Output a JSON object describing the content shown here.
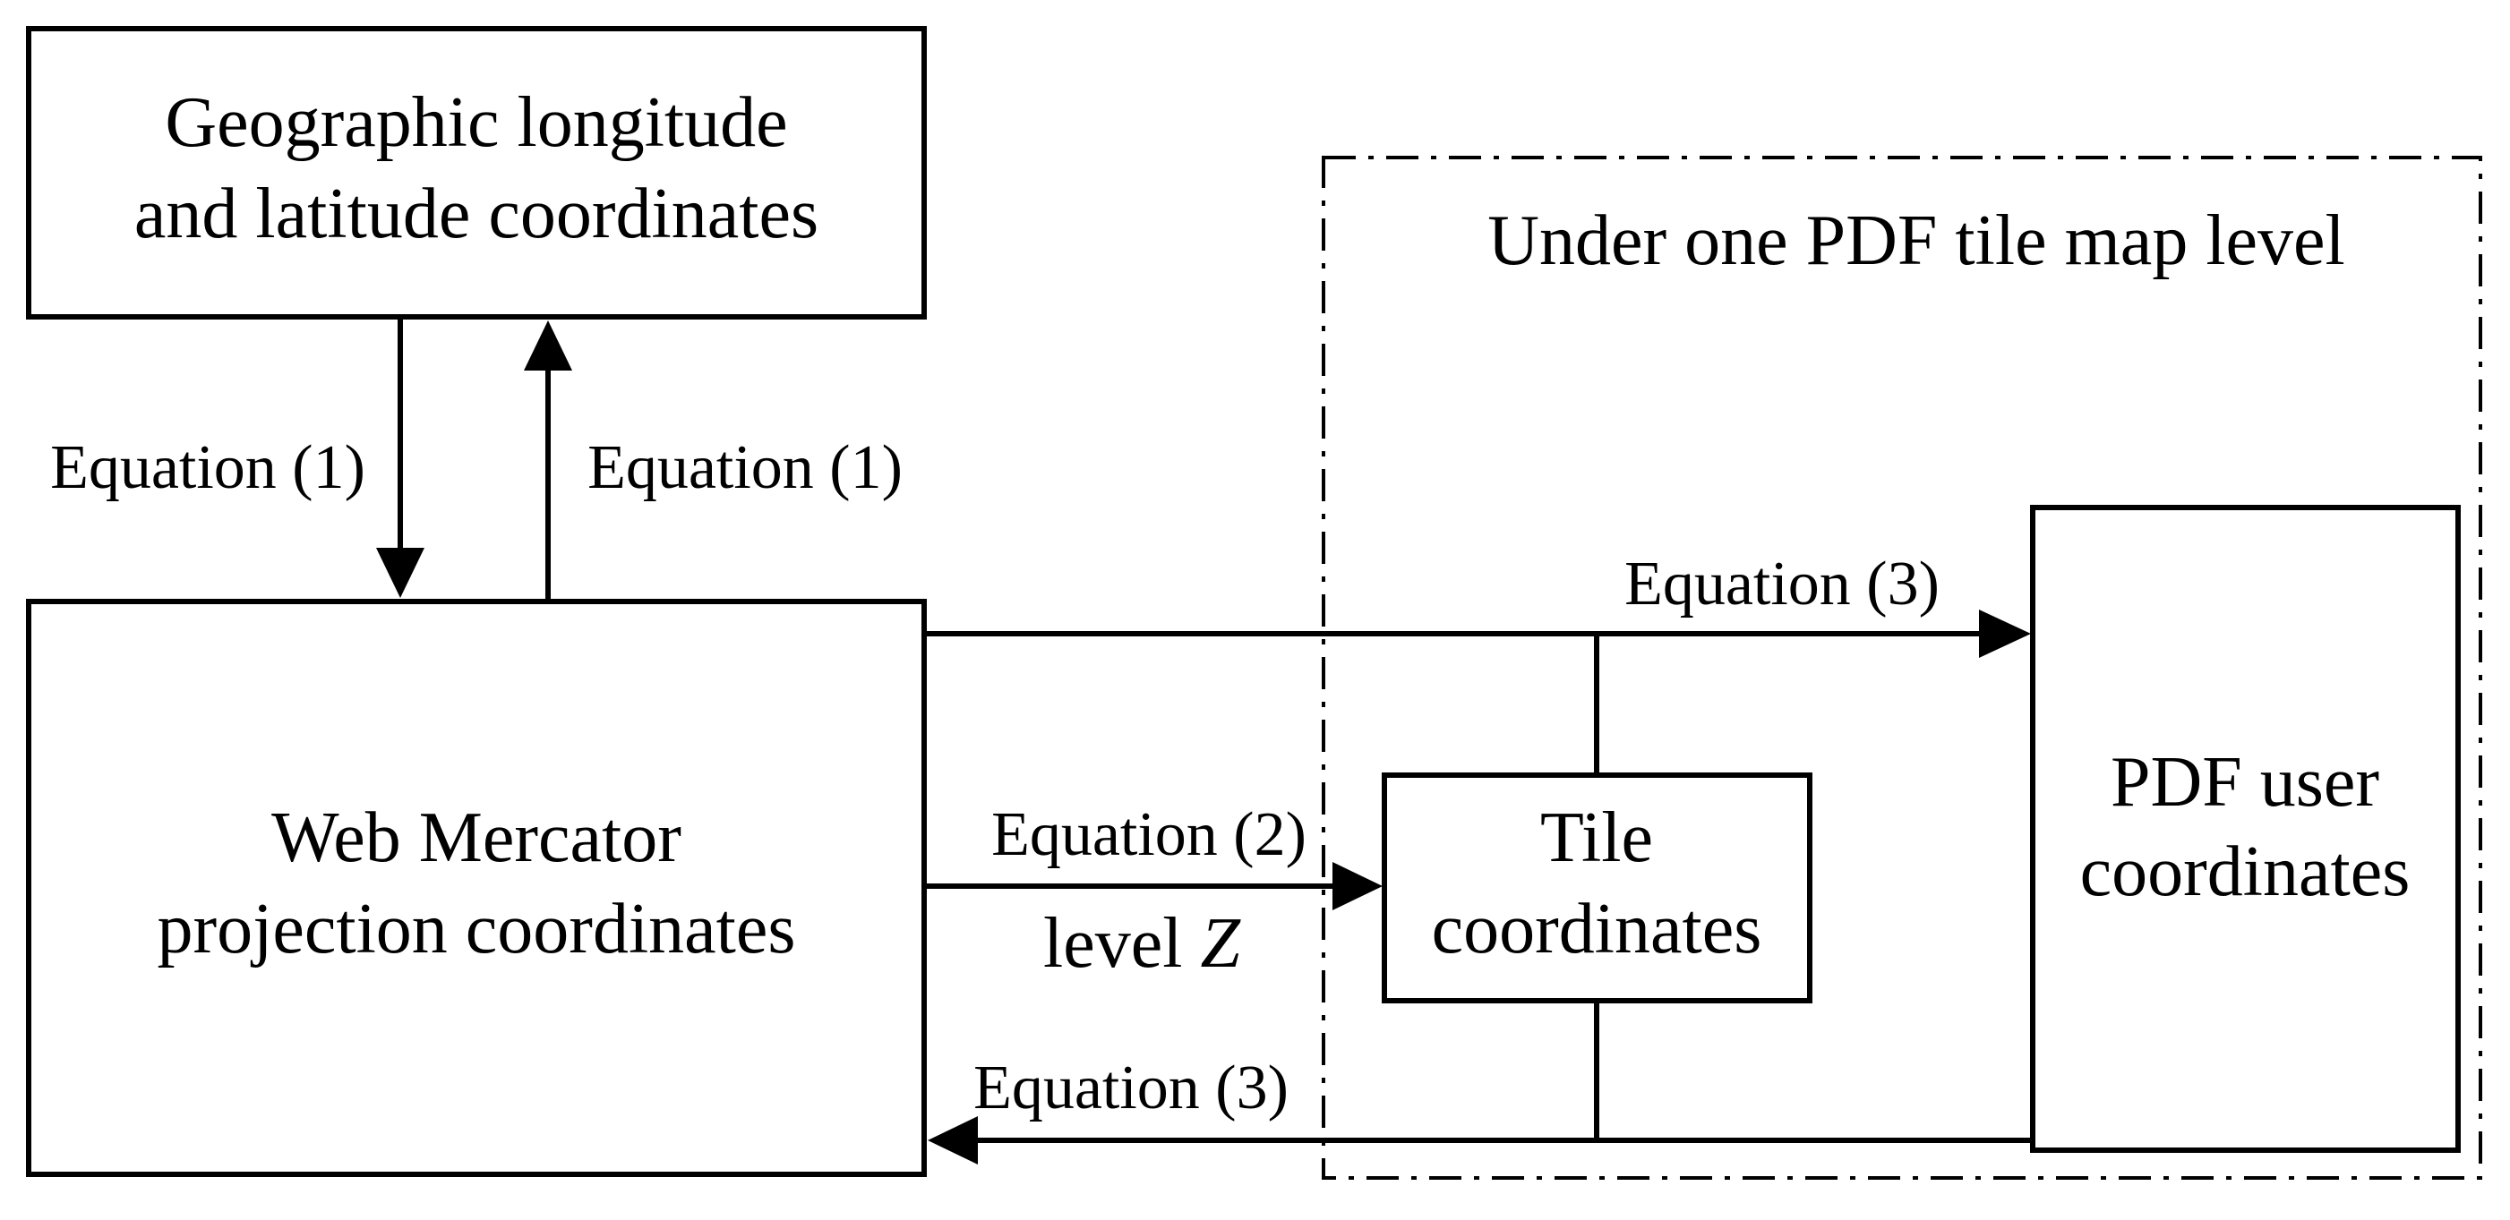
{
  "nodes": {
    "geographic": {
      "line1": "Geographic longitude",
      "line2": "and latitude coordinates"
    },
    "web_mercator": {
      "line1": "Web Mercator",
      "line2": "projection coordinates"
    },
    "tile": {
      "line1": "Tile",
      "line2": "coordinates"
    },
    "pdf_user": {
      "line1": "PDF user",
      "line2": "coordinates"
    }
  },
  "frame": {
    "title": "Under one PDF tile map level"
  },
  "edges": {
    "geo_to_mercator": "Equation (1)",
    "mercator_to_geo": "Equation (1)",
    "mercator_to_pdf": "Equation (3)",
    "mercator_to_tile": "Equation (2)",
    "mercator_to_tile_level_prefix": "level ",
    "mercator_to_tile_level_var": "Z",
    "pdf_to_mercator": "Equation (3)"
  }
}
